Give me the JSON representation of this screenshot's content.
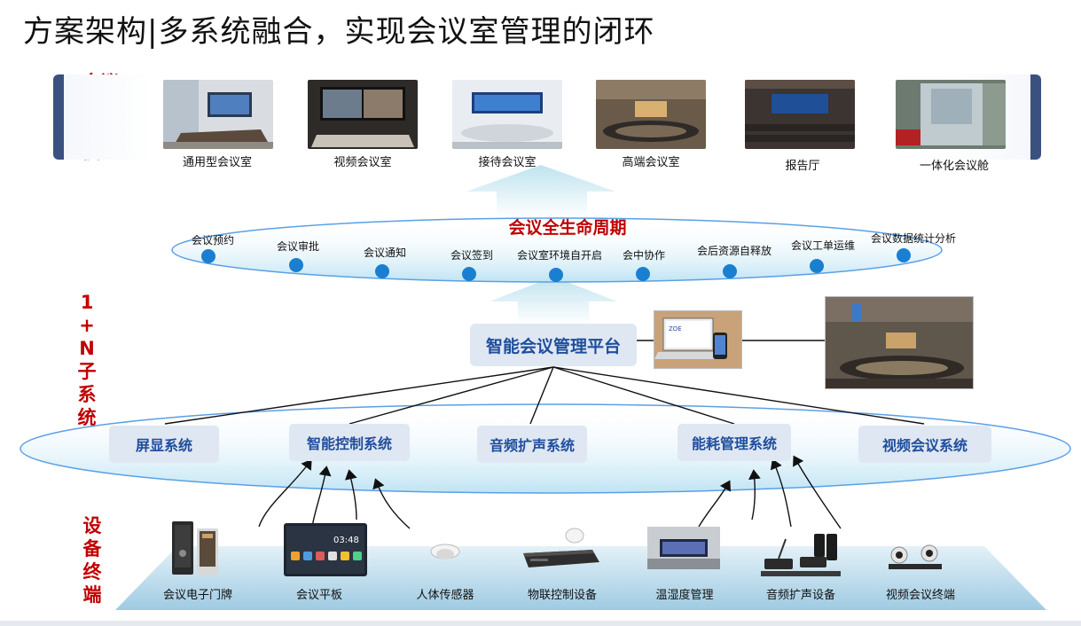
{
  "title": "方案架构|多系统融合，实现会议室管理的闭环",
  "sections": {
    "rooms_label": [
      "会议",
      "室类",
      "型全",
      "覆盖"
    ],
    "subsystem_label": [
      "1",
      "+",
      "N",
      "子",
      "系",
      "统"
    ],
    "devices_label": [
      "设",
      "备",
      "终",
      "端"
    ]
  },
  "rooms": [
    "通用型会议室",
    "视频会议室",
    "接待会议室",
    "高端会议室",
    "报告厅",
    "一体化会议舱"
  ],
  "lifecycle": {
    "title": "会议全生命周期",
    "steps": [
      "会议预约",
      "会议审批",
      "会议通知",
      "会议签到",
      "会议室环境自开启",
      "会中协作",
      "会后资源自释放",
      "会议工单运维",
      "会议数据统计分析"
    ]
  },
  "platform": {
    "name": "智能会议管理平台",
    "laptop_screen_text": "ZOE"
  },
  "subsystems": [
    "屏显系统",
    "智能控制系统",
    "音频扩声系统",
    "能耗管理系统",
    "视频会议系统"
  ],
  "devices": [
    "会议电子门牌",
    "会议平板",
    "人体传感器",
    "物联控制设备",
    "温湿度管理",
    "音频扩声设备",
    "视频会议终端"
  ],
  "tablet_time": "03:48",
  "colors": {
    "accent_red": "#c00000",
    "platform_blue": "#1f4e9c",
    "box_fill": "#dfe7f3",
    "node_blue": "#1a7fd1",
    "ellipse_stroke": "#5aa0e6"
  }
}
